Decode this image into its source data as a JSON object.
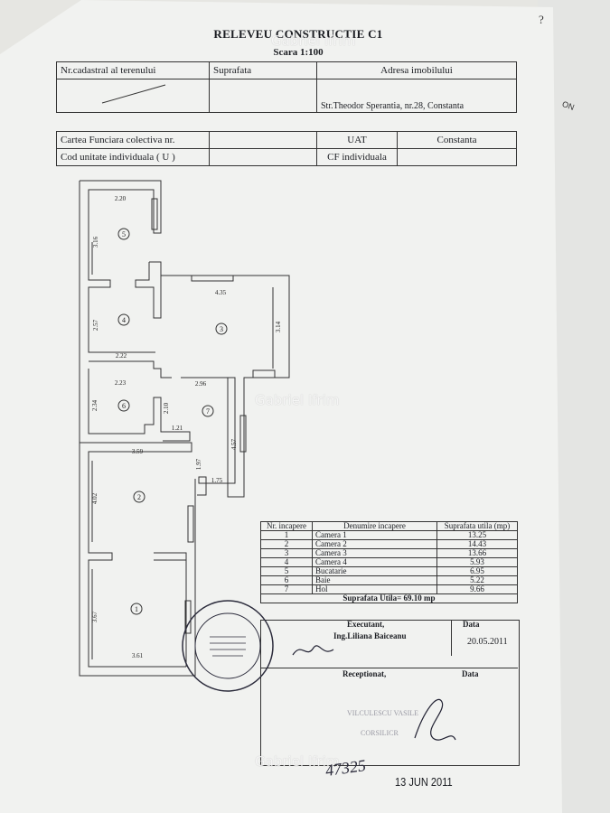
{
  "document": {
    "title": "RELEVEU CONSTRUCTIE C1",
    "scale": "Scara 1:100",
    "corner_mark": "?",
    "side_text": "ON"
  },
  "header_table": {
    "cadastral_label": "Nr.cadastral al terenului",
    "surface_label": "Suprafata",
    "address_label": "Adresa imobilului",
    "address_value": "Str.Theodor Sperantia, nr.28, Constanta",
    "cf_collective_label": "Cartea Funciara colectiva nr.",
    "uat_label": "UAT",
    "uat_value": "Constanta",
    "unit_code_label": "Cod unitate individuala ( U )",
    "cf_individual_label": "CF individuala"
  },
  "plan": {
    "dimensions": [
      "2.20",
      "3.16",
      "4.35",
      "2.57",
      "3.14",
      "2.22",
      "2.23",
      "2.96",
      "2.34",
      "2.10",
      "1.21",
      "4.57",
      "3.59",
      "1.97",
      "1.75",
      "4.02",
      "3.67",
      "3.61"
    ],
    "room_numbers": [
      "5",
      "4",
      "3",
      "6",
      "7",
      "2",
      "1"
    ]
  },
  "legend": {
    "col_nr": "Nr. incapere",
    "col_name": "Denumire incapere",
    "col_area": "Suprafata utila (mp)",
    "rows": [
      {
        "nr": "1",
        "name": "Camera 1",
        "area": "13.25"
      },
      {
        "nr": "2",
        "name": "Camera 2",
        "area": "14.43"
      },
      {
        "nr": "3",
        "name": "Camera 3",
        "area": "13.66"
      },
      {
        "nr": "4",
        "name": "Camera 4",
        "area": "5.93"
      },
      {
        "nr": "5",
        "name": "Bucatarie",
        "area": "6.95"
      },
      {
        "nr": "6",
        "name": "Baie",
        "area": "5.22"
      },
      {
        "nr": "7",
        "name": "Hol",
        "area": "9.66"
      }
    ],
    "total": "Suprafata Utila= 69.10 mp"
  },
  "signature": {
    "executant_label": "Executant,",
    "date_label": "Data",
    "executant_name": "Ing.Liliana Baiceanu",
    "executant_date": "20.05.2011",
    "receptionat_label": "Receptionat,",
    "date_label2": "Data",
    "stamp_text": "VILCULESCU VASILE",
    "stamp_text2": "CORSILICR"
  },
  "footer": {
    "reg_number": "47325",
    "date": "13 JUN 2011"
  },
  "watermark": {
    "text": "Gabriel Ifrim"
  }
}
